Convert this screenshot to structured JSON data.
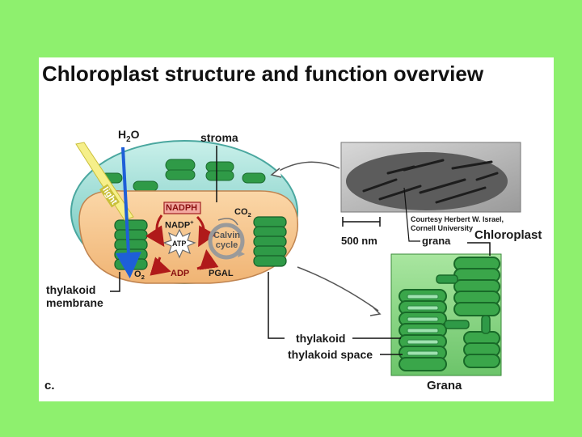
{
  "title": "Chloroplast structure and function overview",
  "labels": {
    "h2o_base": "H",
    "h2o_sub": "2",
    "h2o_end": "O",
    "stroma": "stroma",
    "light": "light",
    "nadph": "NADPH",
    "nadp_base": "NADP",
    "nadp_sup": "+",
    "co2_base": "CO",
    "co2_sub": "2",
    "atp": "ATP",
    "calvin_line1": "Calvin",
    "calvin_line2": "cycle",
    "adp": "ADP",
    "pgal": "PGAL",
    "o2_base": "O",
    "o2_sub": "2",
    "thylakoid_membrane_line1": "thylakoid",
    "thylakoid_membrane_line2": "membrane",
    "scale_bar": "500 nm",
    "courtesy_line1": "Courtesy Herbert W. Israel,",
    "courtesy_line2": "Cornell University",
    "grana_micro": "grana",
    "chloroplast": "Chloroplast",
    "thylakoid": "thylakoid",
    "thylakoid_space": "thylakoid space",
    "grana_caption": "Grana",
    "panel_letter": "c."
  },
  "colors": {
    "background": "#8ef06e",
    "stroma_fill": "#f5c58d",
    "envelope": "#7fd2c8",
    "thylakoid_green": "#2f9a47",
    "grana_dark": "#1f7a34",
    "arrow_red": "#b01a1a",
    "light_beam": "#f6ef8a",
    "water_arrow": "#1e5fd8"
  }
}
